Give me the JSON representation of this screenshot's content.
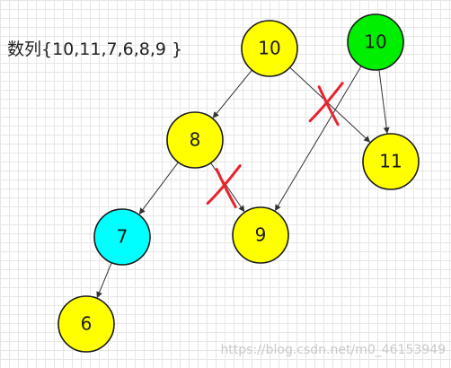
{
  "caption": "数列{10,11,7,6,8,9 }",
  "watermark": "https://blog.csdn.net/m0_46153949",
  "colors": {
    "yellow": "#ffff00",
    "green": "#00ee00",
    "cyan": "#00ffff",
    "cross": "#e8232d"
  },
  "nodes": [
    {
      "id": "n10a",
      "label": "10",
      "color": "yellow"
    },
    {
      "id": "n10b",
      "label": "10",
      "color": "green"
    },
    {
      "id": "n8",
      "label": "8",
      "color": "yellow"
    },
    {
      "id": "n11",
      "label": "11",
      "color": "yellow"
    },
    {
      "id": "n7",
      "label": "7",
      "color": "cyan"
    },
    {
      "id": "n9",
      "label": "9",
      "color": "yellow"
    },
    {
      "id": "n6",
      "label": "6",
      "color": "yellow"
    }
  ],
  "edges": [
    {
      "from": "n10a",
      "to": "n8",
      "crossed": false
    },
    {
      "from": "n10a",
      "to": "n11",
      "crossed": true
    },
    {
      "from": "n10b",
      "to": "n11",
      "crossed": false
    },
    {
      "from": "n10b",
      "to": "n9",
      "crossed": false
    },
    {
      "from": "n8",
      "to": "n7",
      "crossed": false
    },
    {
      "from": "n8",
      "to": "n9",
      "crossed": true
    },
    {
      "from": "n7",
      "to": "n6",
      "crossed": false
    }
  ]
}
